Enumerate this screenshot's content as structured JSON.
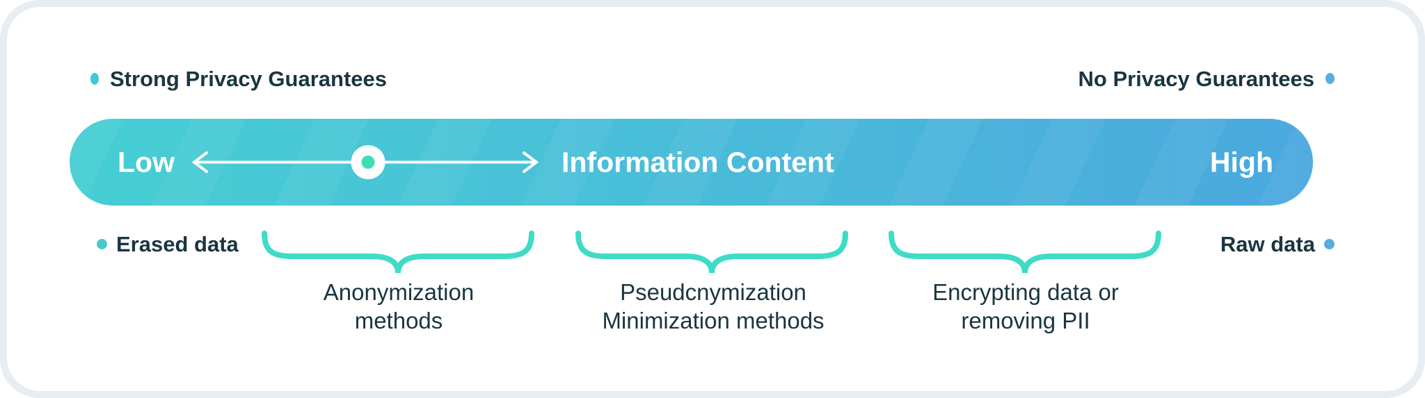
{
  "colors": {
    "frame_bg": "#e8edf1",
    "card_bg": "#ffffff",
    "bar_gradient_start": "#46ced3",
    "bar_gradient_end": "#4aa8de",
    "brace": "#3edcc6",
    "marker_inner": "#3eddb2",
    "dot_teal": "#3fc9d2",
    "dot_blue": "#58ace1",
    "text_dark": "#1a3540",
    "bar_text": "#ffffff"
  },
  "top_row": {
    "left_label": "Strong Privacy Guarantees",
    "right_label": "No Privacy Guarantees"
  },
  "bar": {
    "left_label": "Low",
    "center_label": "Information Content",
    "right_label": "High"
  },
  "bottom_row": {
    "left_label": "Erased data",
    "right_label": "Raw data"
  },
  "braces": [
    {
      "line1": "Anonymization",
      "line2": "methods"
    },
    {
      "line1": "Pseudcnymization",
      "line2": "Minimization methods"
    },
    {
      "line1": "Encrypting data or",
      "line2": "removing PII"
    }
  ]
}
